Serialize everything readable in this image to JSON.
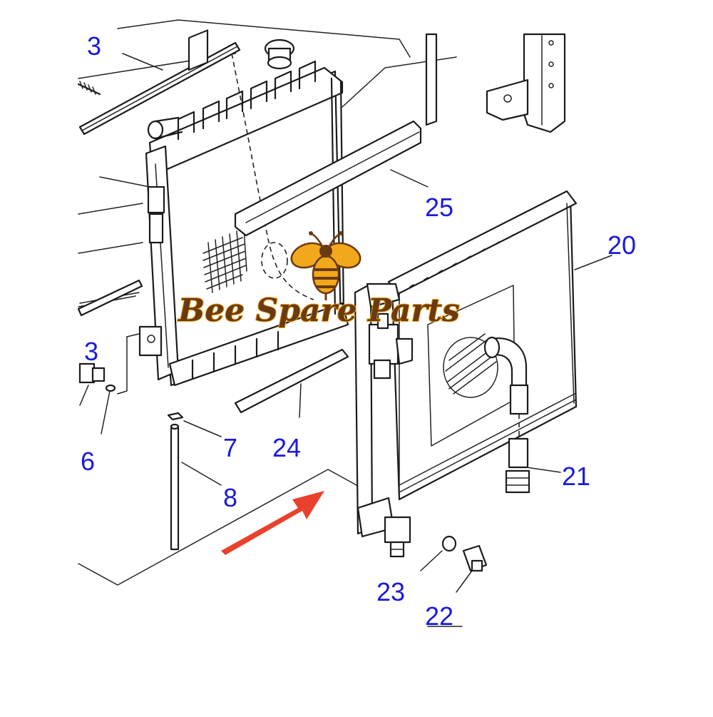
{
  "callouts": {
    "c3_top": "3",
    "c25": "25",
    "c20": "20",
    "c3_left": "3",
    "c6": "6",
    "c7": "7",
    "c24": "24",
    "c8": "8",
    "c21": "21",
    "c23": "23",
    "c22": "22"
  },
  "watermark": {
    "text": "Bee Spare Parts"
  },
  "colors": {
    "callout": "#1a1adb",
    "arrow": "#e8412c",
    "watermark_fill": "#6a3a10",
    "watermark_outline": "#f2a81c",
    "bee_body": "#f2a81c"
  }
}
